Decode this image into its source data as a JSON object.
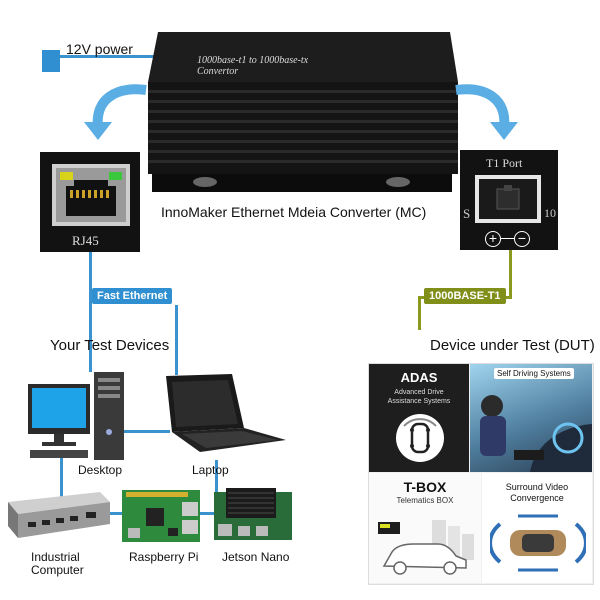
{
  "power": {
    "label": "12V power"
  },
  "converter": {
    "line1": "1000base-t1 to 1000base-tx",
    "line2": "Convertor",
    "caption": "InnoMaker Ethernet Mdeia Converter (MC)"
  },
  "rj45": {
    "label": "RJ45"
  },
  "t1port": {
    "label": "T1 Port",
    "left_letter": "S",
    "right_digits": "10",
    "plus": "+",
    "minus": "−"
  },
  "links": {
    "fast_ethernet": "Fast Ethernet",
    "base_t1": "1000BASE-T1"
  },
  "sections": {
    "test_devices": "Your Test Devices",
    "dut": "Device under Test (DUT)"
  },
  "devices": {
    "desktop": "Desktop",
    "laptop": "Laptop",
    "industrial_line1": "Industrial",
    "industrial_line2": "Computer",
    "raspberry": "Raspberry Pi",
    "jetson": "Jetson Nano"
  },
  "dut_panel": {
    "adas_title": "ADAS",
    "adas_sub1": "Advanced Drive",
    "adas_sub2": "Assistance Systems",
    "self_driving": "Self Driving Systems",
    "tbox_title": "T-BOX",
    "tbox_sub": "Telematics BOX",
    "surround1": "Surround Video",
    "surround2": "Convergence"
  },
  "colors": {
    "blue": "#3a93cf",
    "olive": "#8a9a1e",
    "tag_blue": "#2f8fd0",
    "tag_olive": "#7f8f1a"
  }
}
